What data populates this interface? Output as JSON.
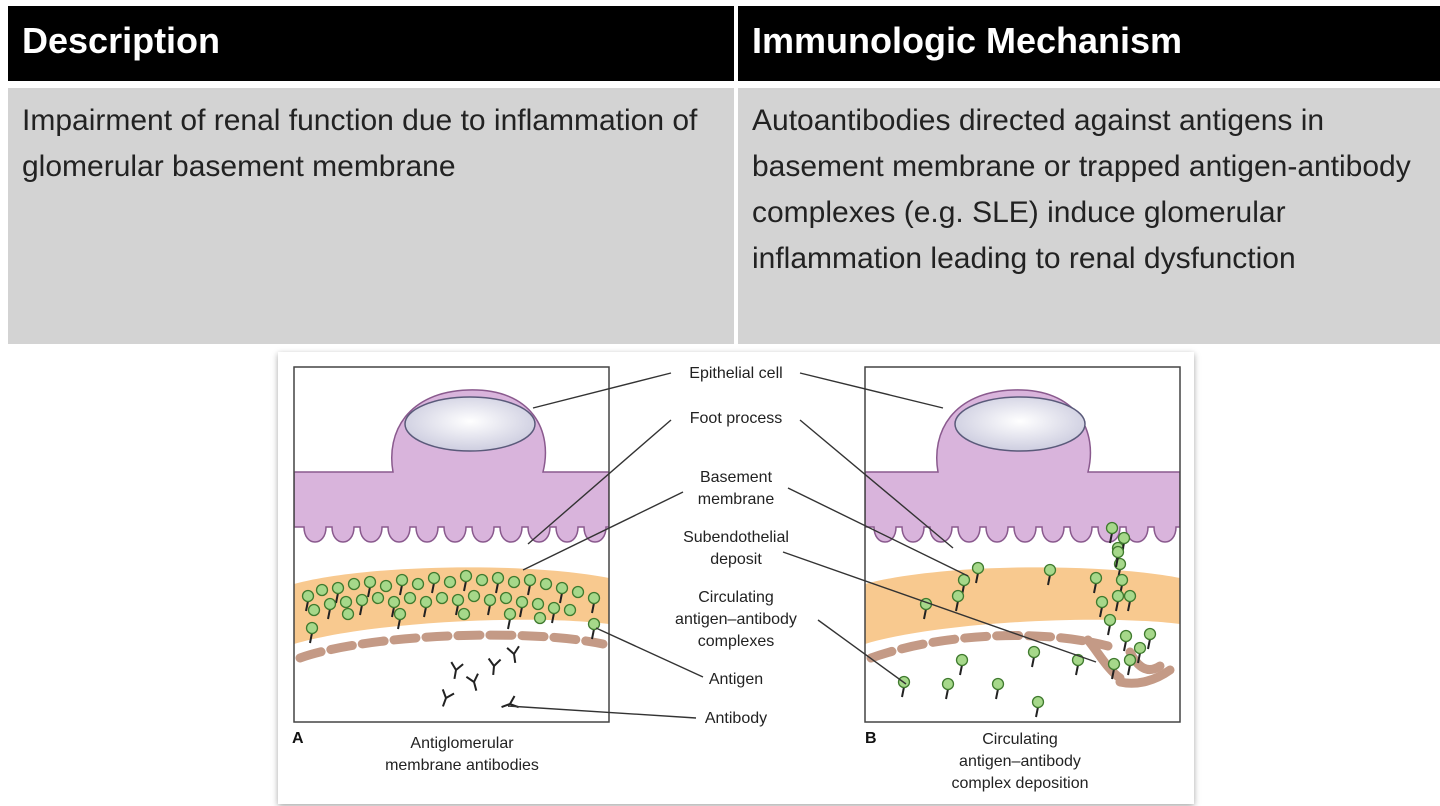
{
  "table": {
    "headers": [
      "Description",
      "Immunologic Mechanism"
    ],
    "row": {
      "description": "Impairment of renal function due to inflammation of glomerular basement membrane",
      "mechanism": "Autoantibodies directed against antigens in basement membrane or trapped antigen-antibody complexes (e.g. SLE) induce glomerular inflammation leading to renal dysfunction"
    }
  },
  "figure": {
    "labels": {
      "epithelial_cell": "Epithelial cell",
      "foot_process": "Foot process",
      "basement_membrane_1": "Basement",
      "basement_membrane_2": "membrane",
      "subendothelial_1": "Subendothelial",
      "subendothelial_2": "deposit",
      "circulating_1": "Circulating",
      "circulating_2": "antigen–antibody",
      "circulating_3": "complexes",
      "antigen": "Antigen",
      "antibody": "Antibody"
    },
    "panel_a": {
      "letter": "A",
      "caption_1": "Antiglomerular",
      "caption_2": "membrane antibodies"
    },
    "panel_b": {
      "letter": "B",
      "caption_1": "Circulating",
      "caption_2": "antigen–antibody",
      "caption_3": "complex deposition"
    }
  },
  "colors": {
    "cell": "#d9b4dc",
    "cell_stroke": "#8a5a8e",
    "nucleus": "#e8e8f4",
    "membrane": "#f8c98f",
    "endothelium": "#c49a86",
    "antigen": "#a6d88a",
    "antigen_stroke": "#3f7a2e"
  }
}
